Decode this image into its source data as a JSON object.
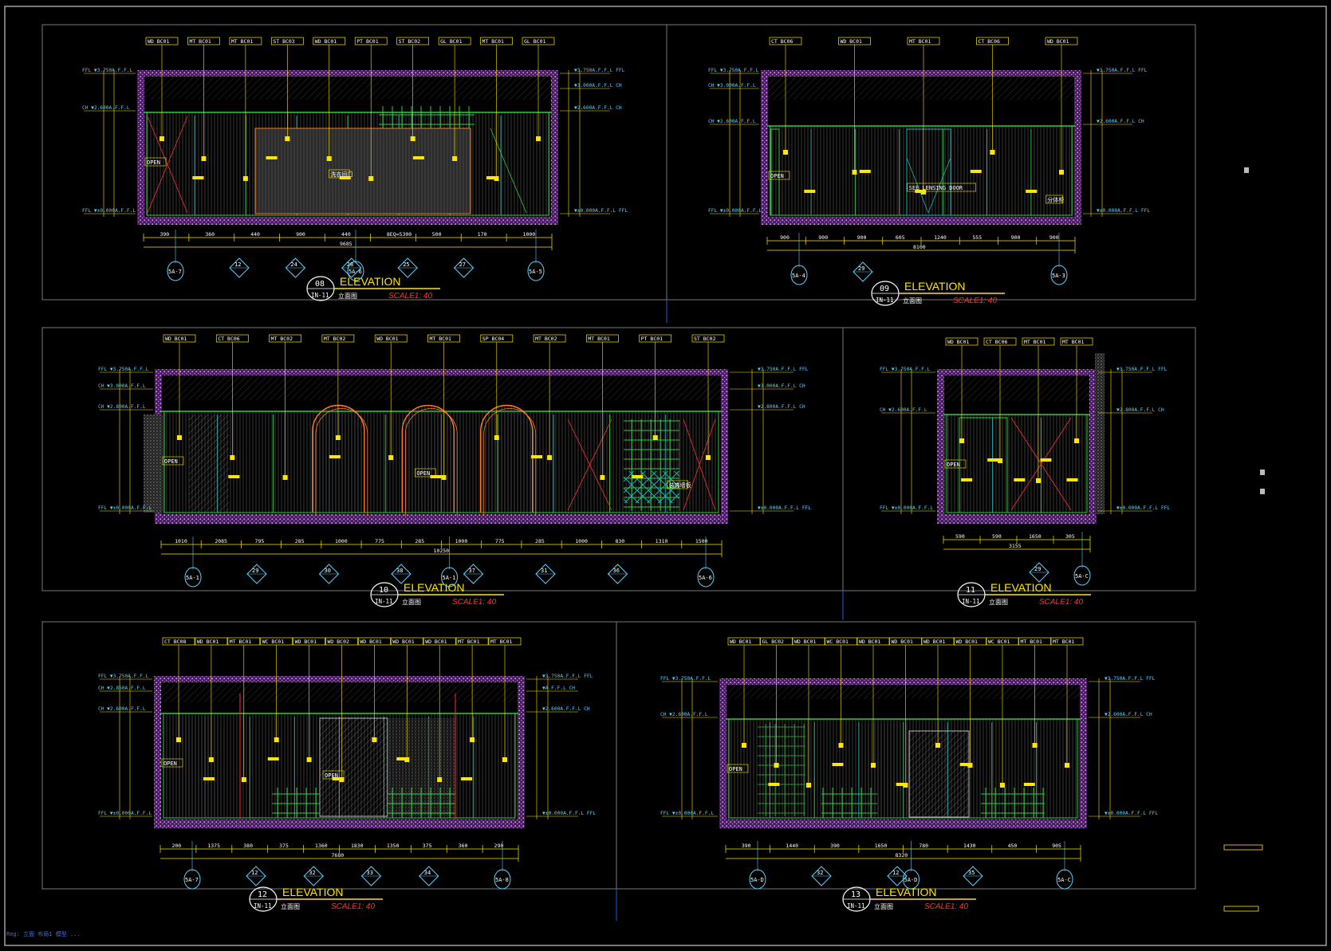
{
  "drawings": [
    {
      "num": "08",
      "title": "ELEVATION",
      "sheet": "IN-11",
      "label": "立面图",
      "scale": "SCALE1: 40",
      "levels": [
        "FFL ▼3.750A.F.F.L",
        "CH ▼2.600A.F.F.L",
        "FFL ▼±0.000A.F.F.L"
      ],
      "rlevels": [
        "▼3.750A.F.F.L FFL",
        "▼3.000A.F.F.L CH",
        "▼2.600A.F.F.L CH",
        "▼±0.000A.F.F.L FFL"
      ],
      "tags": [
        "WD BC01",
        "MT BC01",
        "MT BC01",
        "ST BC03",
        "WD BC01",
        "PT BC01",
        "ST BC02",
        "GL BC01",
        "MT BC01",
        "GL BC01"
      ],
      "dims": [
        "390",
        "360",
        "440",
        "900",
        "440",
        "8EQ=5300",
        "500",
        "170",
        "1000",
        "9685"
      ],
      "refs": [
        "5A-7",
        "5A-6",
        "5A-5"
      ],
      "callouts": [
        "12",
        "24",
        "28",
        "25",
        "27"
      ],
      "notes": [
        "OPEN",
        "洗衣间门"
      ]
    },
    {
      "num": "09",
      "title": "ELEVATION",
      "sheet": "IN-11",
      "label": "立面图",
      "scale": "SCALE1: 40",
      "levels": [
        "FFL ▼3.750A.F.F.L",
        "CH ▼3.000A.F.F.L",
        "CH ▼2.600A.F.F.L",
        "FFL ▼±0.000A.F.F.L"
      ],
      "rlevels": [
        "▼3.750A.F.F.L FFL",
        "▼2.600A.F.F.L CH",
        "▼±0.000A.F.F.L FFL"
      ],
      "tags": [
        "CT BC06",
        "WD BC01",
        "MT BC01",
        "CT BC06",
        "WD BC01"
      ],
      "dims": [
        "900",
        "900",
        "900",
        "605",
        "1240",
        "555",
        "900",
        "900",
        "8100"
      ],
      "refs": [
        "5A-4",
        "5A-3"
      ],
      "callouts": [
        "29"
      ],
      "notes": [
        "OPEN",
        "SEE LENSING DOOR",
        "分体柜"
      ]
    },
    {
      "num": "10",
      "title": "ELEVATION",
      "sheet": "IN-11",
      "label": "立面图",
      "scale": "SCALE1: 40",
      "levels": [
        "FFL ▼3.750A.F.F.L",
        "CH ▼3.000A.F.F.L",
        "CH ▼2.800A.F.F.L",
        "FFL ▼±0.000A.F.F.L"
      ],
      "rlevels": [
        "▼3.750A.F.F.L FFL",
        "▼3.000A.F.F.L CH",
        "▼2.800A.F.F.L CH",
        "▼±0.000A.F.F.L FFL"
      ],
      "tags": [
        "WD BC01",
        "CT BC06",
        "MT BC02",
        "MT BC02",
        "WD BC01",
        "MT BC01",
        "SP BC04",
        "MT BC02",
        "MT BC01",
        "PT BC01",
        "ST BC02"
      ],
      "dims": [
        "1010",
        "2085",
        "795",
        "285",
        "1000",
        "775",
        "285",
        "1000",
        "775",
        "285",
        "1000",
        "830",
        "1310",
        "1500",
        "10250"
      ],
      "refs": [
        "5A-1",
        "5A-1",
        "5A-6"
      ],
      "callouts": [
        "29",
        "30",
        "38",
        "37",
        "31",
        "36"
      ],
      "notes": [
        "OPEN",
        "OPEN",
        "装饰墙板"
      ]
    },
    {
      "num": "11",
      "title": "ELEVATION",
      "sheet": "IN-11",
      "label": "立面图",
      "scale": "SCALE1: 40",
      "levels": [
        "FFL ▼3.750A.F.F.L",
        "CH ▼2.600A.F.F.L",
        "FFL ▼±0.000A.F.F.L"
      ],
      "rlevels": [
        "▼3.750A.F.F.L FFL",
        "▼2.800A.F.F.L CH",
        "▼±0.000A.F.F.L FFL"
      ],
      "tags": [
        "WD BC01",
        "CT BC06",
        "MT BC01",
        "MT BC01"
      ],
      "dims": [
        "590",
        "590",
        "1650",
        "305",
        "3155"
      ],
      "refs": [
        "5A-C"
      ],
      "callouts": [
        "29"
      ],
      "notes": [
        "OPEN"
      ]
    },
    {
      "num": "12",
      "title": "ELEVATION",
      "sheet": "IN-11",
      "label": "立面图",
      "scale": "SCALE1: 40",
      "levels": [
        "FFL ▼3.750A.F.F.L",
        "CH ▼2.850A.F.F.L",
        "CH ▼2.600A.F.F.L",
        "FFL ▼±0.000A.F.F.L"
      ],
      "rlevels": [
        "▼3.750A.F.F.L FFL",
        "▼A.F.F.L CH",
        "▼2.600A.F.F.L CH",
        "▼±0.000A.F.F.L FFL"
      ],
      "tags": [
        "CT BC08",
        "WD BC01",
        "MT BC01",
        "WC BC01",
        "WD BC01",
        "WD BC02",
        "WD BC01",
        "WD BC01",
        "WD BC01",
        "MT BC01",
        "MT BC01"
      ],
      "dims": [
        "200",
        "1375",
        "380",
        "375",
        "1360",
        "1830",
        "1350",
        "375",
        "360",
        "290",
        "7680"
      ],
      "refs": [
        "5A-7",
        "5A-8"
      ],
      "callouts": [
        "12",
        "32",
        "33",
        "34"
      ],
      "notes": [
        "OPEN",
        "OPEN"
      ]
    },
    {
      "num": "13",
      "title": "ELEVATION",
      "sheet": "IN-11",
      "label": "立面图",
      "scale": "SCALE1: 40",
      "levels": [
        "FFL ▼3.750A.F.F.L",
        "CH ▼2.600A.F.F.L",
        "FFL ▼±0.000A.F.F.L"
      ],
      "rlevels": [
        "▼3.750A.F.F.L FFL",
        "▼2.600A.F.F.L CH",
        "▼±0.000A.F.F.L FFL"
      ],
      "tags": [
        "WD BC01",
        "GL BC02",
        "WD BC01",
        "WC BC01",
        "WD BC01",
        "WD BC01",
        "WD BC01",
        "WD BC01",
        "WC BC01",
        "MT BC01",
        "MT BC01"
      ],
      "dims": [
        "390",
        "1440",
        "390",
        "1650",
        "780",
        "1430",
        "450",
        "905",
        "8320"
      ],
      "refs": [
        "5A-D",
        "5A-D",
        "5A-C"
      ],
      "callouts": [
        "32",
        "12",
        "35"
      ],
      "notes": [
        "OPEN"
      ]
    }
  ],
  "misc": {
    "cmd": "Reg: 立面 布局1 模型 ..."
  }
}
